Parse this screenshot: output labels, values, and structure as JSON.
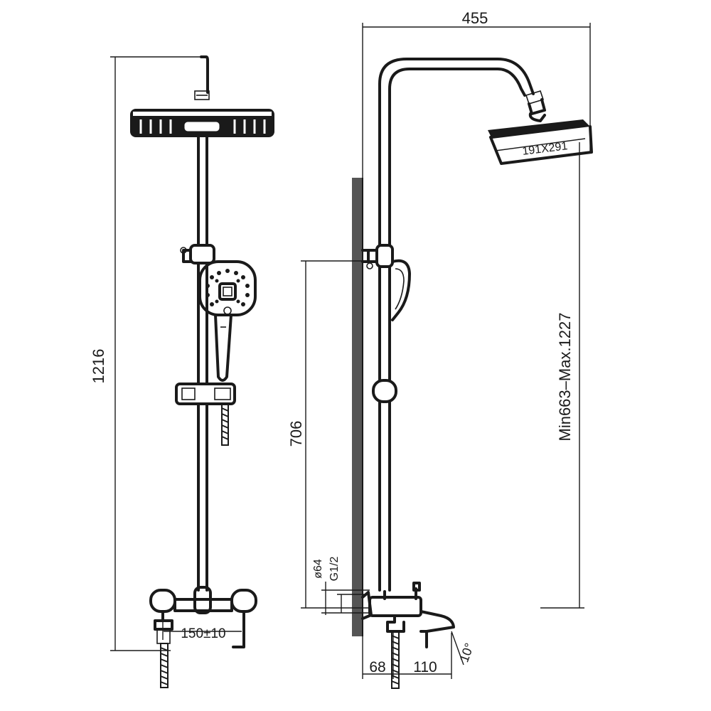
{
  "diagram": {
    "front_view": {
      "height_label": "1216",
      "spacing_label": "150±10"
    },
    "side_view": {
      "width_label": "455",
      "head_size_label": "191X291",
      "adjust_range_label": "Min663–Max.1227",
      "mount_height_label": "706",
      "diameter_label": "ø64",
      "thread_label": "G1/2",
      "depth_label": "68",
      "spout_label": "110",
      "angle_label": "10°"
    },
    "colors": {
      "line": "#1a1a1a",
      "wall_hatch": "#555555",
      "background": "#ffffff"
    }
  }
}
